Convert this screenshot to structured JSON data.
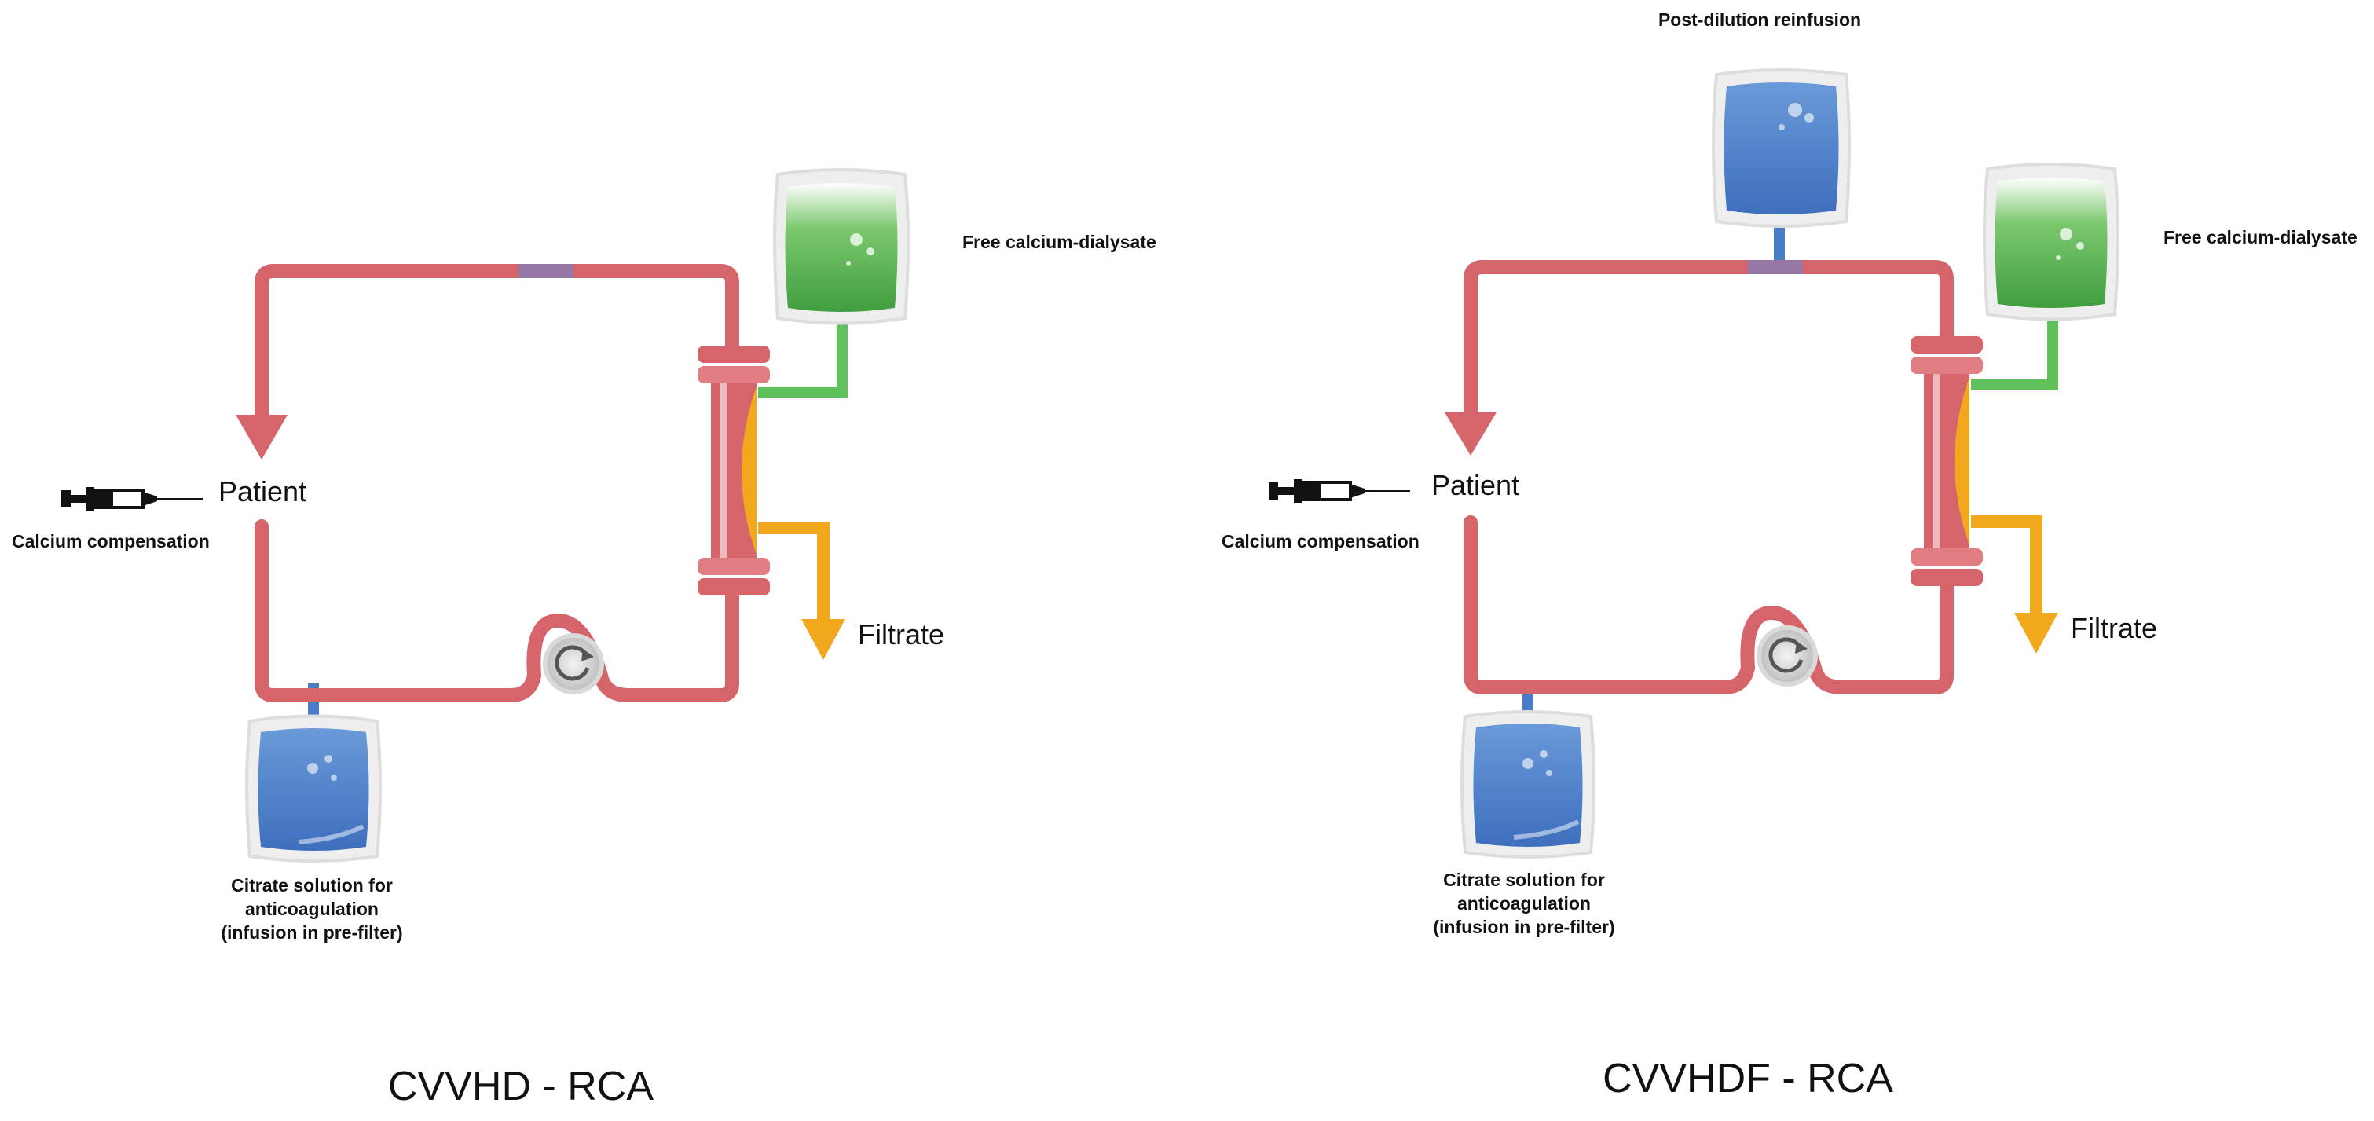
{
  "colors": {
    "blood_line": "#d5656a",
    "citrate_bag": "#4a7cc7",
    "dialysate_bag": "#4fae4c",
    "dialysate_line": "#5fc15b",
    "filtrate": "#f2a81d",
    "filter_body": "#d5656a",
    "pump_gray": "#c8c8c8"
  },
  "panels": [
    {
      "title": "CVVHD - RCA",
      "patient": "Patient",
      "calcium": "Calcium compensation",
      "citrate": [
        "Citrate solution for",
        "anticoagulation",
        "(infusion in pre-filter)"
      ],
      "dialysate": "Free calcium-dialysate",
      "filtrate": "Filtrate",
      "reinfusion": ""
    },
    {
      "title": "CVVHDF - RCA",
      "patient": "Patient",
      "calcium": "Calcium compensation",
      "citrate": [
        "Citrate solution for",
        "anticoagulation",
        "(infusion in pre-filter)"
      ],
      "dialysate": "Free calcium-dialysate",
      "filtrate": "Filtrate",
      "reinfusion": "Post-dilution reinfusion"
    }
  ],
  "icons": [
    "syringe-icon",
    "pump-rotation-icon",
    "iv-bag-icon"
  ]
}
